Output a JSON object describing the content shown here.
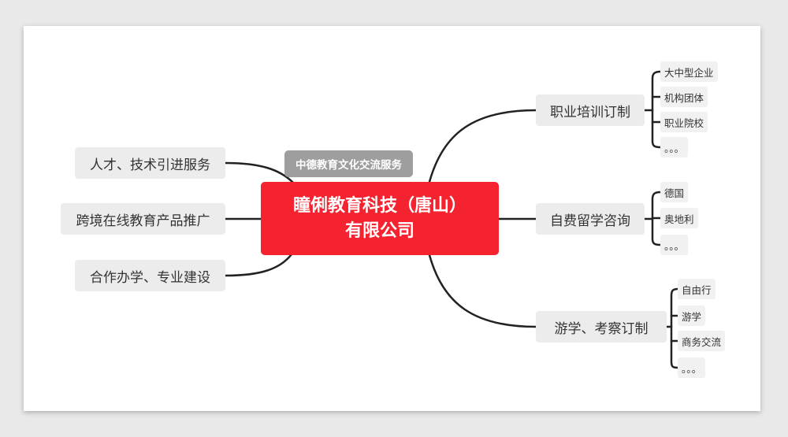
{
  "center": {
    "line1": "瞳俐教育科技（唐山）",
    "line2": "有限公司"
  },
  "floating_label": "中德教育文化交流服务",
  "left_topics": [
    {
      "label": "人才、技术引进服务"
    },
    {
      "label": "跨境在线教育产品推广"
    },
    {
      "label": "合作办学、专业建设"
    }
  ],
  "right_topics": [
    {
      "label": "职业培训订制",
      "children": [
        "大中型企业",
        "机构团体",
        "职业院校",
        "。。。"
      ]
    },
    {
      "label": "自费留学咨询",
      "children": [
        "德国",
        "奥地利",
        "。。。"
      ]
    },
    {
      "label": "游学、考察订制",
      "children": [
        "自由行",
        "游学",
        "商务交流",
        "。。。"
      ]
    }
  ],
  "colors": {
    "center": "#f5222f",
    "floating": "#9e9e9e",
    "node": "#ececec",
    "line": "#222222"
  }
}
